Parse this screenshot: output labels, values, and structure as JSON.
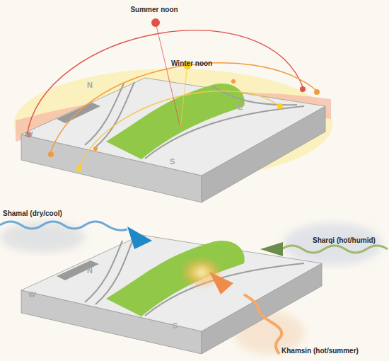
{
  "diagram": {
    "labels": [
      "Summer noon",
      "Winter noon",
      "N",
      "E",
      "W",
      "S",
      "Shamal (dry/cool)",
      "Sharqi (hot/humid)",
      "Khamsin (hot/summer)",
      "N",
      "W",
      "S"
    ]
  }
}
